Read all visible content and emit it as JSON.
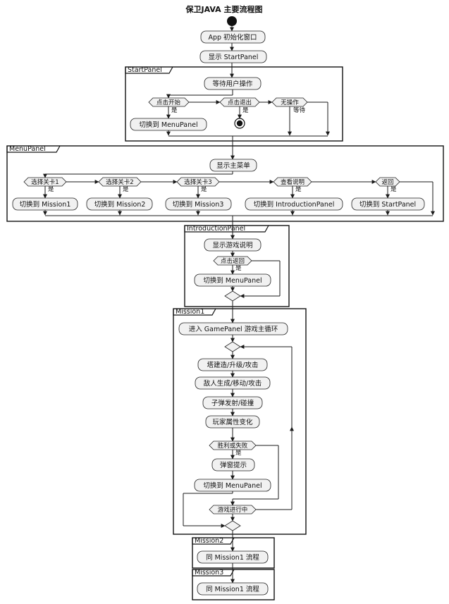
{
  "title": "保卫JAVA 主要流程图",
  "colors": {
    "line": "#1a1a1a",
    "node_fill": "#f1f1f1",
    "node_stroke": "#222222",
    "background": "#ffffff"
  },
  "top": {
    "init": "App 初始化窗口",
    "show_start": "显示 StartPanel"
  },
  "start_panel": {
    "name": "StartPanel",
    "wait": "等待用户操作",
    "click_start": "点击开始",
    "click_exit": "点击退出",
    "no_action": "无操作",
    "yes_start": "是",
    "yes_exit": "是",
    "waiting": "等待",
    "switch_menu": "切换到 MenuPanel"
  },
  "menu_panel": {
    "name": "MenuPanel",
    "show_menu": "显示主菜单",
    "choices": [
      {
        "cond": "选择关卡1",
        "yes": "是",
        "action": "切换到 Mission1"
      },
      {
        "cond": "选择关卡2",
        "yes": "是",
        "action": "切换到 Mission2"
      },
      {
        "cond": "选择关卡3",
        "yes": "是",
        "action": "切换到 Mission3"
      },
      {
        "cond": "查看说明",
        "yes": "是",
        "action": "切换到 IntroductionPanel"
      },
      {
        "cond": "返回",
        "yes": "是",
        "action": "切换到 StartPanel"
      }
    ]
  },
  "intro_panel": {
    "name": "IntroductionPanel",
    "show": "显示游戏说明",
    "click_back": "点击返回",
    "yes": "是",
    "switch_menu": "切换到 MenuPanel"
  },
  "mission1": {
    "name": "Mission1",
    "enter": "进入 GamePanel 游戏主循环",
    "tower": "塔建造/升级/攻击",
    "enemy": "敌人生成/移动/攻击",
    "bullet": "子弹发射/碰撞",
    "player": "玩家属性变化",
    "win_lose": "胜利或失败",
    "yes": "是",
    "popup": "弹窗提示",
    "switch_menu": "切换到 MenuPanel",
    "in_progress": "游戏进行中"
  },
  "mission2": {
    "name": "Mission2",
    "same": "同 Mission1 流程"
  },
  "mission3": {
    "name": "Mission3",
    "same": "同 Mission1 流程"
  }
}
